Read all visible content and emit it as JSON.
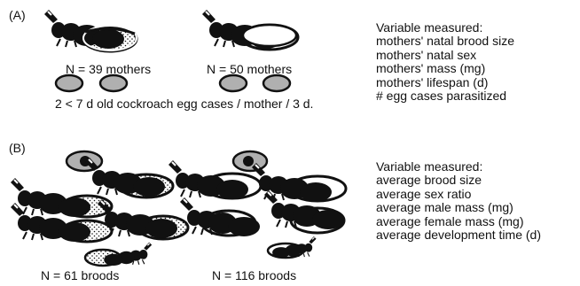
{
  "panel_a": {
    "label": "(A)",
    "group_left_n": "N = 39 mothers",
    "group_right_n": "N = 50 mothers",
    "host_caption": "2 < 7 d old cockroach egg cases / mother / 3 d.",
    "variables_title": "Variable measured:",
    "variables": [
      "mothers' natal brood size",
      "mothers' natal sex",
      "mothers' mass (mg)",
      "mothers' lifespan (d)",
      "# egg cases parasitized"
    ]
  },
  "panel_b": {
    "label": "(B)",
    "group_left_n": "N = 61 broods",
    "group_right_n": "N = 116 broods",
    "variables_title": "Variable measured:",
    "variables": [
      "average brood size",
      "average sex ratio",
      "average male mass (mg)",
      "average female mass (mg)",
      "average development time (d)"
    ]
  },
  "colors": {
    "ink": "#111111",
    "egg_case_fill": "#b0b0b0",
    "background": "#ffffff"
  },
  "icons": [
    "wasp-icon",
    "egg-case-icon",
    "parasitized-egg-case-icon"
  ]
}
